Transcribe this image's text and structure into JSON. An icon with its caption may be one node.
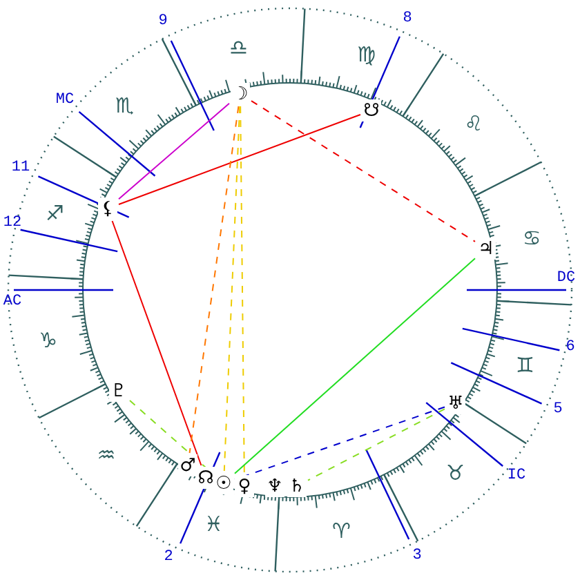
{
  "diagram": {
    "nodes": [
      {
        "text": [
          "☽"
        ]
      },
      {
        "text": [
          "☋"
        ]
      },
      {
        "text": [
          "⚸"
        ]
      },
      {
        "text": [
          "♃"
        ]
      },
      {
        "text": [
          "♇"
        ]
      },
      {
        "text": [
          "♅"
        ]
      },
      {
        "text": [
          "♂"
        ]
      },
      {
        "text": [
          "☊"
        ]
      },
      {
        "text": [
          "☉"
        ]
      },
      {
        "text": [
          "♀"
        ]
      },
      {
        "text": [
          "♆"
        ]
      },
      {
        "text": [
          "♄"
        ]
      }
    ],
    "edges": [
      {
        "from": 2,
        "to": 0,
        "arrow": "none",
        "color": "#cc00cc"
      },
      {
        "from": 2,
        "to": 1,
        "arrow": "none",
        "color": "#ee0000"
      },
      {
        "from": 2,
        "to": 7,
        "arrow": "none",
        "color": "#ee0000"
      },
      {
        "from": 0,
        "to": 3,
        "arrow": "none",
        "style": "dashed",
        "color": "#ee0000"
      },
      {
        "from": 0,
        "to": 6,
        "arrow": "none",
        "style": "dashed",
        "color": "#ff7700"
      },
      {
        "from": 0,
        "to": 8,
        "arrow": "none",
        "style": "dashed",
        "color": "#eecc00"
      },
      {
        "from": 0,
        "to": 9,
        "arrow": "none",
        "style": "dashed",
        "color": "#eecc00"
      },
      {
        "from": 3,
        "to": 8,
        "arrow": "none",
        "color": "#22dd22"
      },
      {
        "from": 4,
        "to": 8,
        "arrow": "none",
        "style": "dashed",
        "color": "#88dd22"
      },
      {
        "from": 5,
        "to": 8,
        "arrow": "none",
        "style": "dashed",
        "color": "#0000cc"
      },
      {
        "from": 5,
        "to": 11,
        "arrow": "none",
        "style": "dashed",
        "color": "#88dd22"
      }
    ],
    "labels": [
      "9",
      "8",
      "MC",
      "11",
      "12",
      "AC",
      "DC",
      "6",
      "5",
      "IC",
      "2",
      "3",
      "♎",
      "♍",
      "♏",
      "♌",
      "♐",
      "♋",
      "♑",
      "♊",
      "♒",
      "♉",
      "♓",
      "♈"
    ]
  }
}
